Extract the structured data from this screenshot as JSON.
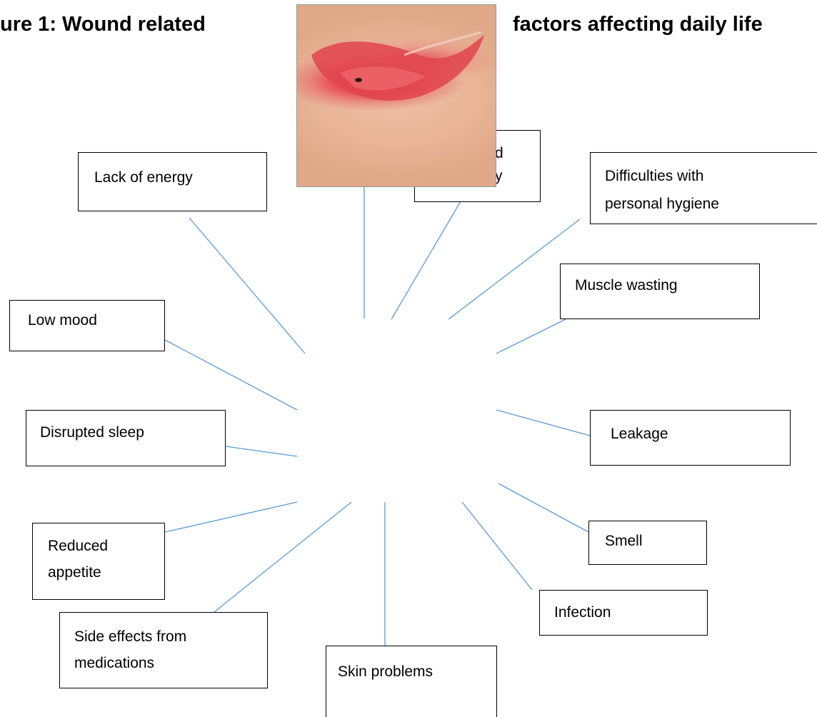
{
  "title": {
    "left": "ure 1:  Wound related",
    "right": "factors affecting daily life"
  },
  "boxes": {
    "lack_of_energy": "Lack of energy",
    "hidden_fragment_line1": "d",
    "hidden_fragment_line2": "y",
    "hygiene_line1": "Difficulties with",
    "hygiene_line2": "personal hygiene",
    "muscle_wasting": "Muscle wasting",
    "low_mood": "Low mood",
    "leakage": "Leakage",
    "disrupted_sleep": "Disrupted sleep",
    "smell": "Smell",
    "reduced_appetite_line1": "Reduced",
    "reduced_appetite_line2": "appetite",
    "infection": "Infection",
    "side_effects_line1": "Side effects from",
    "side_effects_line2": "medications",
    "skin_problems": "Skin problems"
  },
  "colors": {
    "connector": "#5b9bd5",
    "box_border": "#000000",
    "text": "#000000"
  },
  "image": {
    "subject": "wound-photo"
  }
}
